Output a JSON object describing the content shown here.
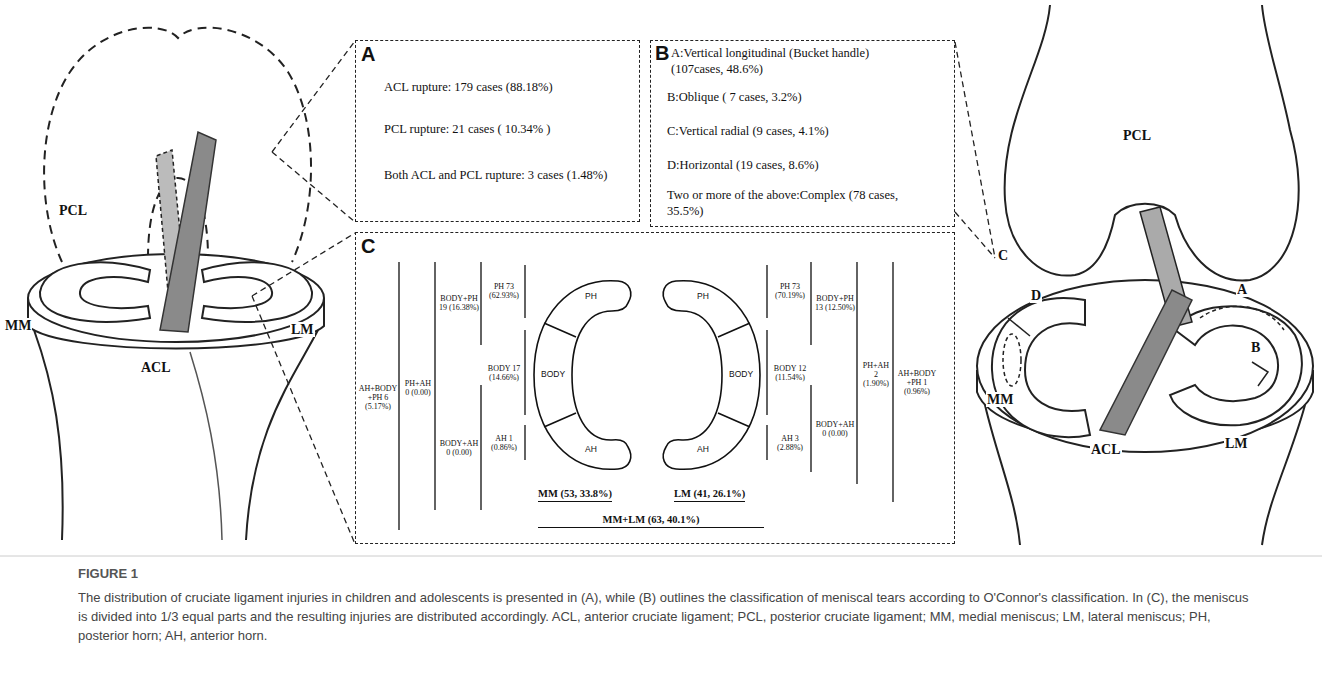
{
  "diagram": {
    "caption": "The distribution of cruciate ligament injuries in children and adolescents is presented in (A), while (B) outlines the classification of meniscal tears according to O'Connor's classification. In (C), the meniscus is divided into 1/3 equal parts and the resulting injuries are distributed accordingly. ACL, anterior cruciate ligament; PCL, posterior cruciate ligament; MM, medial meniscus; LM, lateral meniscus; PH, posterior horn; AH, anterior horn.",
    "nodes": [
      {
        "text": [
          "A",
          "ACL rupture: 179 cases (88.18%)",
          "PCL rupture: 21 cases ( 10.34% )",
          "Both ACL and PCL rupture: 3 cases (1.48%)"
        ]
      },
      {
        "text": [
          "B",
          "A:Vertical longitudinal (Bucket handle) (107cases, 48.6%)",
          "B:Oblique ( 7 cases, 3.2%)",
          "C:Vertical radial (9 cases, 4.1%)",
          "D:Horizontal (19 cases, 8.6%)",
          "Two or more of the above:Complex (78 cases, 35.5%)"
        ]
      },
      {
        "text": [
          "C",
          "AH+BODY+PH 6 (5.17%)",
          "PH+AH 0 (0.00)",
          "BODY+PH 19 (16.38%)",
          "BODY+AH 0 (0.00)",
          "PH 73 (62.93%)",
          "BODY 17 (14.66%)",
          "AH 1 (0.86%)",
          "PH 73 (70.19%)",
          "BODY 12 (11.54%)",
          "AH 3 (2.88%)",
          "BODY+PH 13 (12.50%)",
          "BODY+AH 0 (0.00)",
          "PH+AH 2 (1.90%)",
          "AH+BODY+PH 1 (0.96%)",
          "MM (53, 33.8%)",
          "LM (41, 26.1%)",
          "MM+LM (63, 40.1%)"
        ]
      },
      {
        "text": [
          "PH",
          "BODY",
          "AH"
        ],
        "in": 2
      },
      {
        "text": [
          "PH",
          "BODY",
          "AH"
        ],
        "in": 2
      }
    ],
    "labels": [
      "PCL",
      "MM",
      "LM",
      "ACL",
      "PCL",
      "C",
      "D",
      "MM",
      "ACL",
      "A",
      "B",
      "LM",
      "FIGURE 1"
    ]
  }
}
